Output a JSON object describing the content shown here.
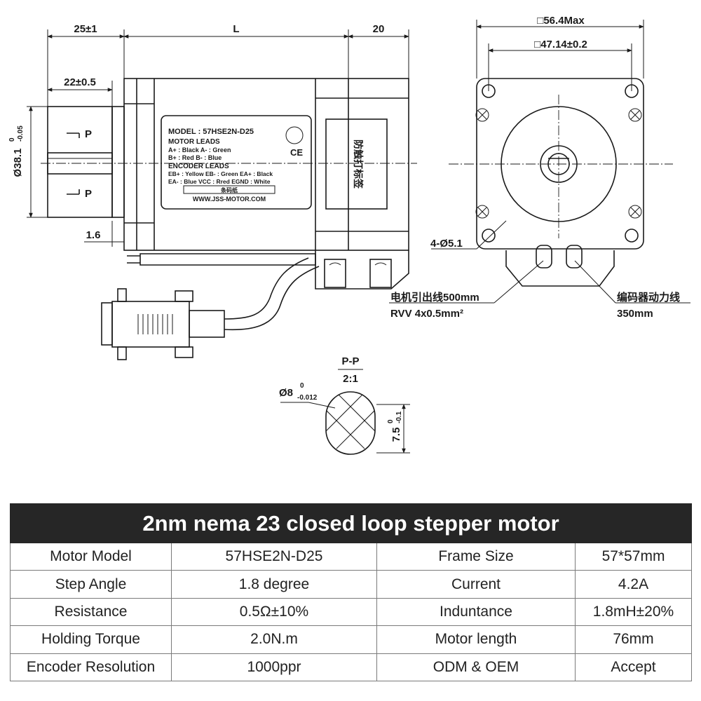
{
  "drawing": {
    "dims": {
      "front_length": "25±1",
      "body_length": "L",
      "rear_length": "20",
      "shaft_length": "22±0.5",
      "pilot_diameter": "Ø38.1",
      "pilot_tol_upper": "0",
      "pilot_tol_lower": "-0.05",
      "flange_thickness": "1.6",
      "frame_max": "□56.4Max",
      "hole_spacing": "□47.14±0.2",
      "mount_holes": "4-Ø5.1",
      "section_mark": "P",
      "section_title": "P-P",
      "section_scale": "2:1",
      "shaft_diameter": "Ø8",
      "shaft_tol_upper": "0",
      "shaft_tol_lower": "-0.012",
      "flat_depth": "7.5",
      "flat_tol_upper": "0",
      "flat_tol_lower": "-0.1"
    },
    "cables": {
      "motor_cable_line1": "电机引出线500mm",
      "motor_cable_line2": "RVV 4x0.5mm²",
      "encoder_cable_line1": "编码器动力线",
      "encoder_cable_line2": "350mm"
    },
    "label": {
      "model": "MODEL : 57HSE2N-D25",
      "motor_leads": "MOTOR  LEADS",
      "ml_row1": "A+ : Black    A- : Green",
      "ml_row2": "B+ : Red       B- : Blue",
      "encoder_leads": "ENCODER  LEADS",
      "el_row1": "EB+ : Yellow   EB- : Green  EA+ : Black",
      "el_row2": "EA- : Blue      VCC : Rred  EGND : White",
      "barcode_text": "条码纸",
      "website": "WWW.JSS-MOTOR.COM",
      "ce_mark": "CE",
      "sticker_text": "防触打标签"
    }
  },
  "table": {
    "title": "2nm nema 23 closed loop stepper motor",
    "rows": [
      [
        "Motor Model",
        "57HSE2N-D25",
        "Frame Size",
        "57*57mm"
      ],
      [
        "Step Angle",
        "1.8 degree",
        "Current",
        "4.2A"
      ],
      [
        "Resistance",
        "0.5Ω±10%",
        "Induntance",
        "1.8mH±20%"
      ],
      [
        "Holding Torque",
        "2.0N.m",
        "Motor length",
        "76mm"
      ],
      [
        "Encoder Resolution",
        "1000ppr",
        "ODM & OEM",
        "Accept"
      ]
    ]
  }
}
